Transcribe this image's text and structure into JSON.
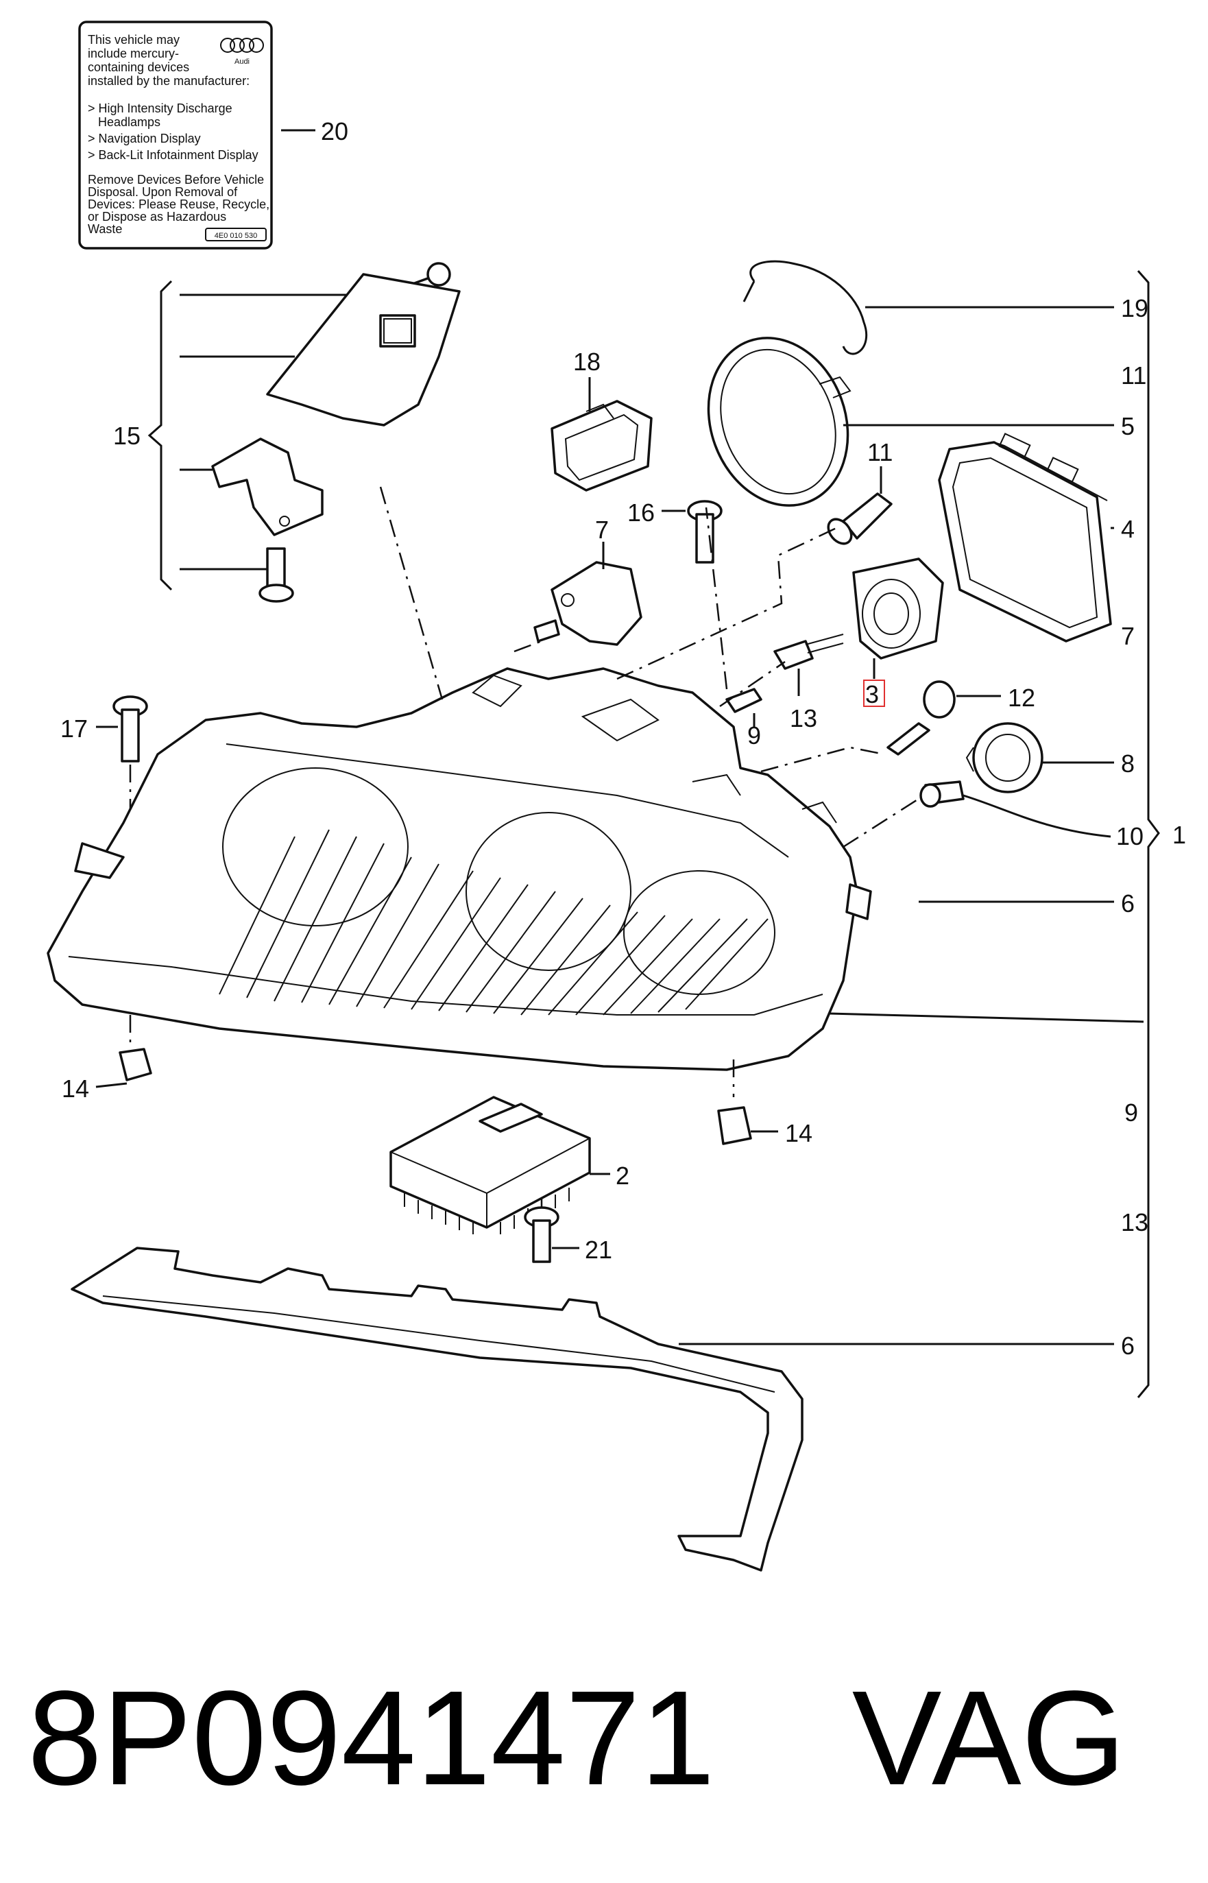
{
  "label_sticker": {
    "brand": "Audi",
    "lines": [
      "This vehicle may",
      "include mercury-",
      "containing devices",
      "installed by the manufacturer:",
      "> High Intensity Discharge",
      "   Headlamps",
      "> Navigation Display",
      "> Back-Lit Infotainment Display",
      "Remove Devices Before Vehicle",
      "Disposal. Upon Removal of",
      "Devices: Please Reuse, Recycle,",
      "or Dispose as Hazardous",
      "Waste"
    ],
    "code": "4E0 010 530"
  },
  "callouts": {
    "c20": "20",
    "c19": "19",
    "c11a": "11",
    "c5": "5",
    "c18": "18",
    "c15": "15",
    "c11b": "11",
    "c4": "4",
    "c16": "16",
    "c7a": "7",
    "c7b": "7",
    "c3": "3",
    "c17": "17",
    "c13a": "13",
    "c12": "12",
    "c9a": "9",
    "c8": "8",
    "c10": "10",
    "c1": "1",
    "c6a": "6",
    "c14a": "14",
    "c14b": "14",
    "c9b": "9",
    "c2": "2",
    "c13b": "13",
    "c21": "21",
    "c6b": "6"
  },
  "footer": {
    "part_number": "8P0941471",
    "brand": "VAG"
  }
}
